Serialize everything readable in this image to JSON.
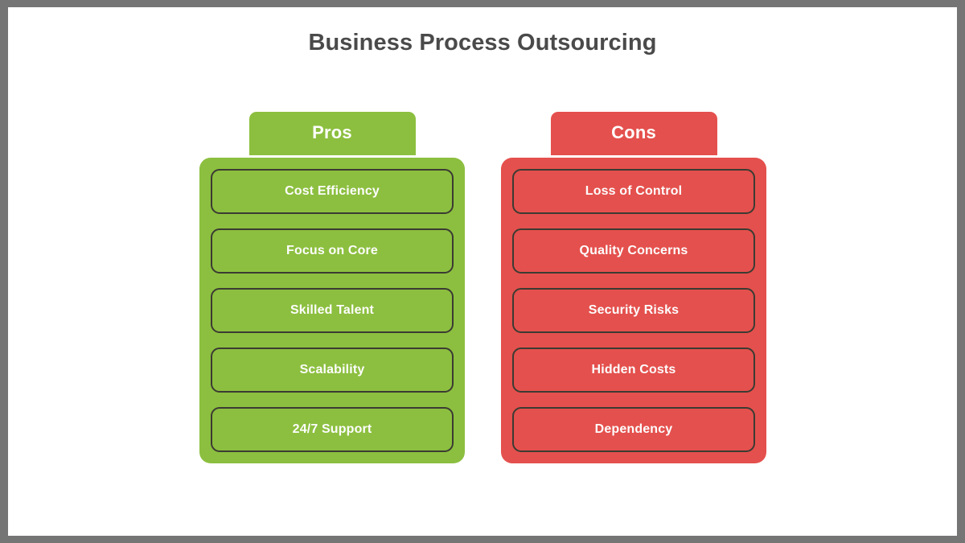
{
  "slide": {
    "title": "Business Process Outsourcing",
    "frame_color": "#757575",
    "canvas_color": "#ffffff",
    "title_color": "#4a4a4a"
  },
  "columns": [
    {
      "key": "pros",
      "header": "Pros",
      "accent_color": "#8cbf3f",
      "item_border_color": "#3b3b33",
      "item_text_color": "#ffffff",
      "items": [
        {
          "label": "Cost Efficiency"
        },
        {
          "label": "Focus on Core"
        },
        {
          "label": "Skilled Talent"
        },
        {
          "label": "Scalability"
        },
        {
          "label": "24/7 Support"
        }
      ]
    },
    {
      "key": "cons",
      "header": "Cons",
      "accent_color": "#e4504d",
      "item_border_color": "#3b3b33",
      "item_text_color": "#ffffff",
      "items": [
        {
          "label": "Loss of Control"
        },
        {
          "label": "Quality Concerns"
        },
        {
          "label": "Security Risks"
        },
        {
          "label": "Hidden Costs"
        },
        {
          "label": "Dependency"
        }
      ]
    }
  ]
}
